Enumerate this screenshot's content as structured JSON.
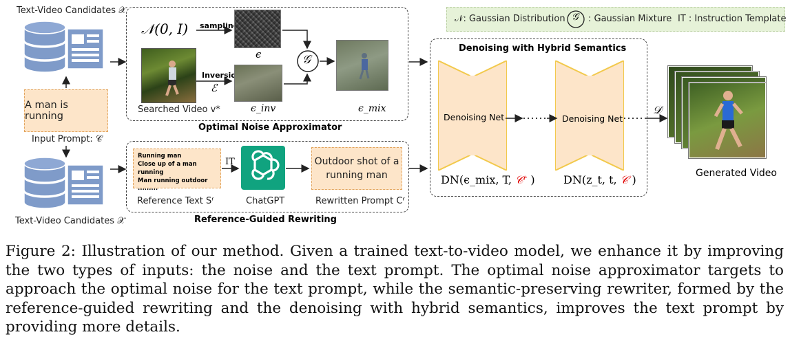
{
  "figure": {
    "candidates_label_top": "Text-Video Candidates 𝒳",
    "candidates_label_bottom": "Text-Video Candidates 𝒳",
    "input_prompt_text": "A man is running",
    "input_prompt_label": "Input Prompt: 𝒞",
    "legend": {
      "gaussian_dist": "𝒩: Gaussian Distribution",
      "gaussian_mix_symbol": "𝒢",
      "gaussian_mix": ": Gaussian Mixture",
      "instruction_template": "IT : Instruction Template"
    },
    "noise_approx": {
      "normal_label": "𝒩(0, I)",
      "sampling_label": "sampling",
      "epsilon_label": "ϵ",
      "inversion_label": "Inversion",
      "encoder_label": "ℰ",
      "searched_video_label": "Searched Video v*",
      "eps_inv_label": "ϵ_inv",
      "eps_mix_label": "ϵ_mix",
      "mix_symbol": "𝒢",
      "title": "Optimal Noise Approximator"
    },
    "rewriting": {
      "ref_lines": [
        "Running man",
        "Close up of a man running",
        "Man running outdoor",
        "........."
      ],
      "it_label": "IT",
      "ref_text_label": "Reference Text Sʳ",
      "chatgpt_label": "ChatGPT",
      "rewritten_text": "Outdoor shot of a running man",
      "rewritten_label": "Rewritten Prompt Cʳ",
      "title": "Reference-Guided Rewriting"
    },
    "denoising": {
      "title": "Denoising with Hybrid Semantics",
      "net1_label": "Denoising Net",
      "net2_label": "Denoising Net",
      "dots": "·······",
      "formula1_prefix": "DN(ϵ_mix, T, ",
      "formula1_red": "𝒞ʳ",
      "formula1_suffix": " )",
      "formula2_prefix": "DN(z_t, t, ",
      "formula2_red": "𝒞",
      "formula2_suffix": " )"
    },
    "decoder_label": "𝒟",
    "generated_label": "Generated Video"
  },
  "caption": {
    "text": "Figure 2: Illustration of our method. Given a trained text-to-video model, we enhance it by improving the two types of inputs: the noise and the text prompt. The optimal noise approximator targets to approach the optimal noise for the text prompt, while the semantic-preserving rewriter, formed by the reference-guided rewriting and the denoising with hybrid semantics, improves the text prompt by providing more details."
  },
  "colors": {
    "peach_fill": "#fde5c9",
    "peach_border": "#e2a45c",
    "legend_fill": "#e6f2d8",
    "chatgpt_green": "#10a37f",
    "database_blue": "#7f9bc9",
    "red_accent": "#e00000"
  }
}
